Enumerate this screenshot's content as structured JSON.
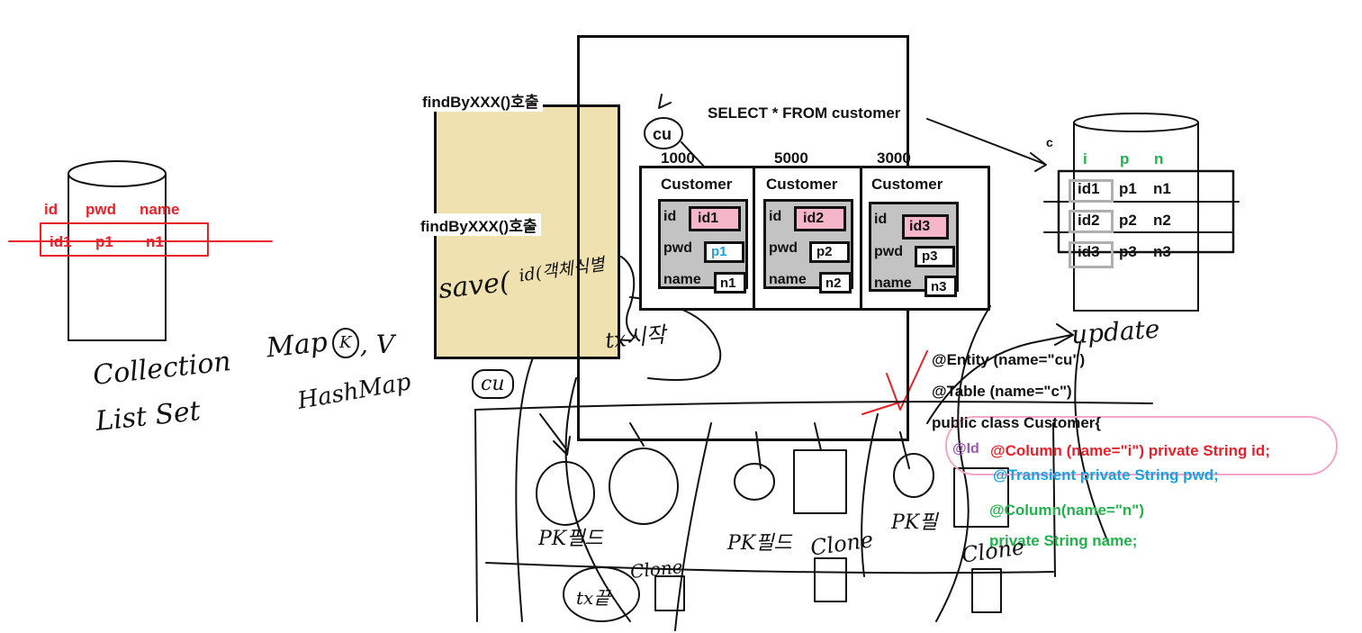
{
  "left_db": {
    "headers": [
      "id",
      "pwd",
      "name"
    ],
    "row": [
      "id1",
      "p1",
      "n1"
    ]
  },
  "handwriting": {
    "collection": "Collection",
    "list_set": "List Set",
    "map": "Map",
    "map_k": "K",
    "map_v": ", V",
    "hashmap": "HashMap",
    "save": "save(",
    "save_note": "id(객체식별",
    "tx_start": "tx시작",
    "cu_bottom": "cu",
    "pk_field_1": "PK필드",
    "pk_field_2": "PK필드",
    "pk_field_3": "PK필",
    "clone_1": "Clone",
    "clone_2": "Clone",
    "clone_3": "Clone",
    "tx_end": "tx끝",
    "update": "update"
  },
  "repository": {
    "find_top": "findByXXX()호출",
    "find_mid": "findByXXX()호출"
  },
  "context": {
    "cu_label": "cu",
    "sql": "SELECT * FROM customer",
    "entities": [
      {
        "key": "1000",
        "title": "Customer",
        "id_label": "id",
        "id_value": "id1",
        "pwd_label": "pwd",
        "pwd_value": "p1",
        "name_label": "name",
        "name_value": "n1"
      },
      {
        "key": "5000",
        "title": "Customer",
        "id_label": "id",
        "id_value": "id2",
        "pwd_label": "pwd",
        "pwd_value": "p2",
        "name_label": "name",
        "name_value": "n2"
      },
      {
        "key": "3000",
        "title": "Customer",
        "id_label": "id",
        "id_value": "id3",
        "pwd_label": "pwd",
        "pwd_value": "p3",
        "name_label": "name",
        "name_value": "n3"
      }
    ]
  },
  "right_db": {
    "table_label": "c",
    "headers": [
      "i",
      "p",
      "n"
    ],
    "rows": [
      [
        "id1",
        "p1",
        "n1"
      ],
      [
        "id2",
        "p2",
        "n2"
      ],
      [
        "id3",
        "p3",
        "n3"
      ]
    ]
  },
  "code": {
    "entity": "@Entity (name=\"cu\")",
    "table": "@Table (name=\"c\")",
    "class_decl": "public class Customer{",
    "id_annot": "@Id",
    "column_id": "@Column (name=\"i\") private String id;",
    "transient_pwd": "@Transient  private String pwd;",
    "column_n": "@Column(name=\"n\")",
    "name_field": "private String name;"
  },
  "colors": {
    "ink": "#111111",
    "red": "#e8202a",
    "green": "#22b14c",
    "blue": "#1aa1e0",
    "purple": "#9b59b6",
    "pink_fill": "#f4b6c8",
    "repo_fill": "#efe2b0",
    "entity_fill": "#c3c3c3",
    "highlight_ring": "#f2a6c8"
  }
}
